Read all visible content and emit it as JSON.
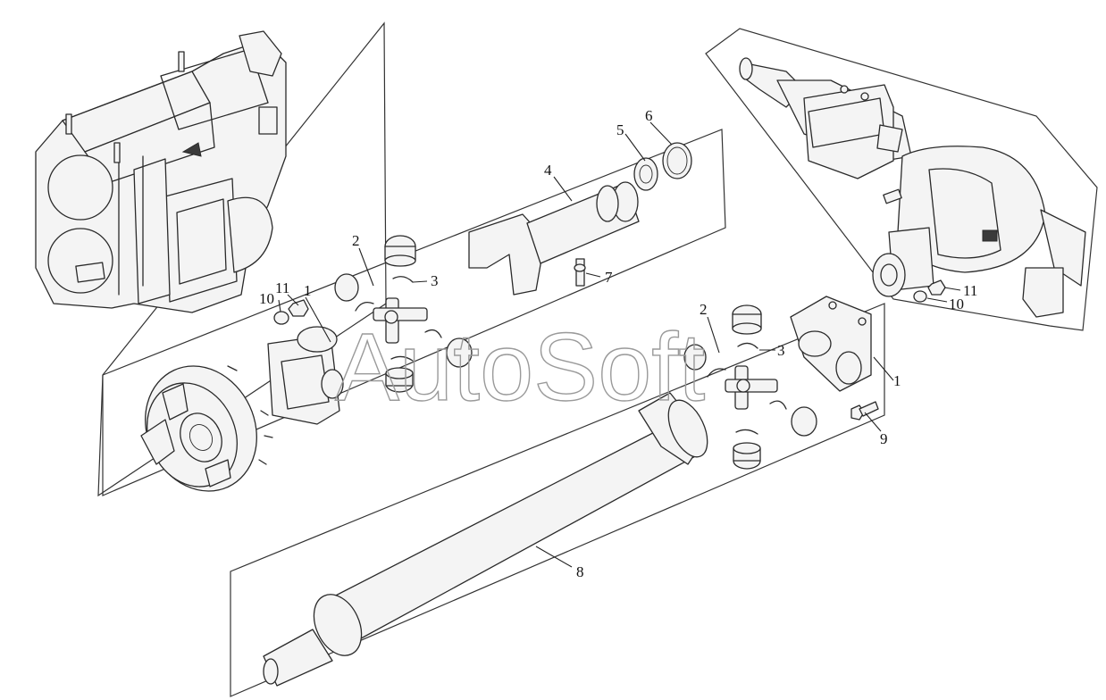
{
  "watermark": "AutoSoft",
  "callouts": [
    {
      "id": "c-1-left",
      "label": "1"
    },
    {
      "id": "c-2-left",
      "label": "2"
    },
    {
      "id": "c-3-left",
      "label": "3"
    },
    {
      "id": "c-4",
      "label": "4"
    },
    {
      "id": "c-5",
      "label": "5"
    },
    {
      "id": "c-6",
      "label": "6"
    },
    {
      "id": "c-7",
      "label": "7"
    },
    {
      "id": "c-8",
      "label": "8"
    },
    {
      "id": "c-9",
      "label": "9"
    },
    {
      "id": "c-10-left",
      "label": "10"
    },
    {
      "id": "c-11-left",
      "label": "11"
    },
    {
      "id": "c-1-right",
      "label": "1"
    },
    {
      "id": "c-2-right",
      "label": "2"
    },
    {
      "id": "c-3-right",
      "label": "3"
    },
    {
      "id": "c-10-right",
      "label": "10"
    },
    {
      "id": "c-11-right",
      "label": "11"
    }
  ]
}
